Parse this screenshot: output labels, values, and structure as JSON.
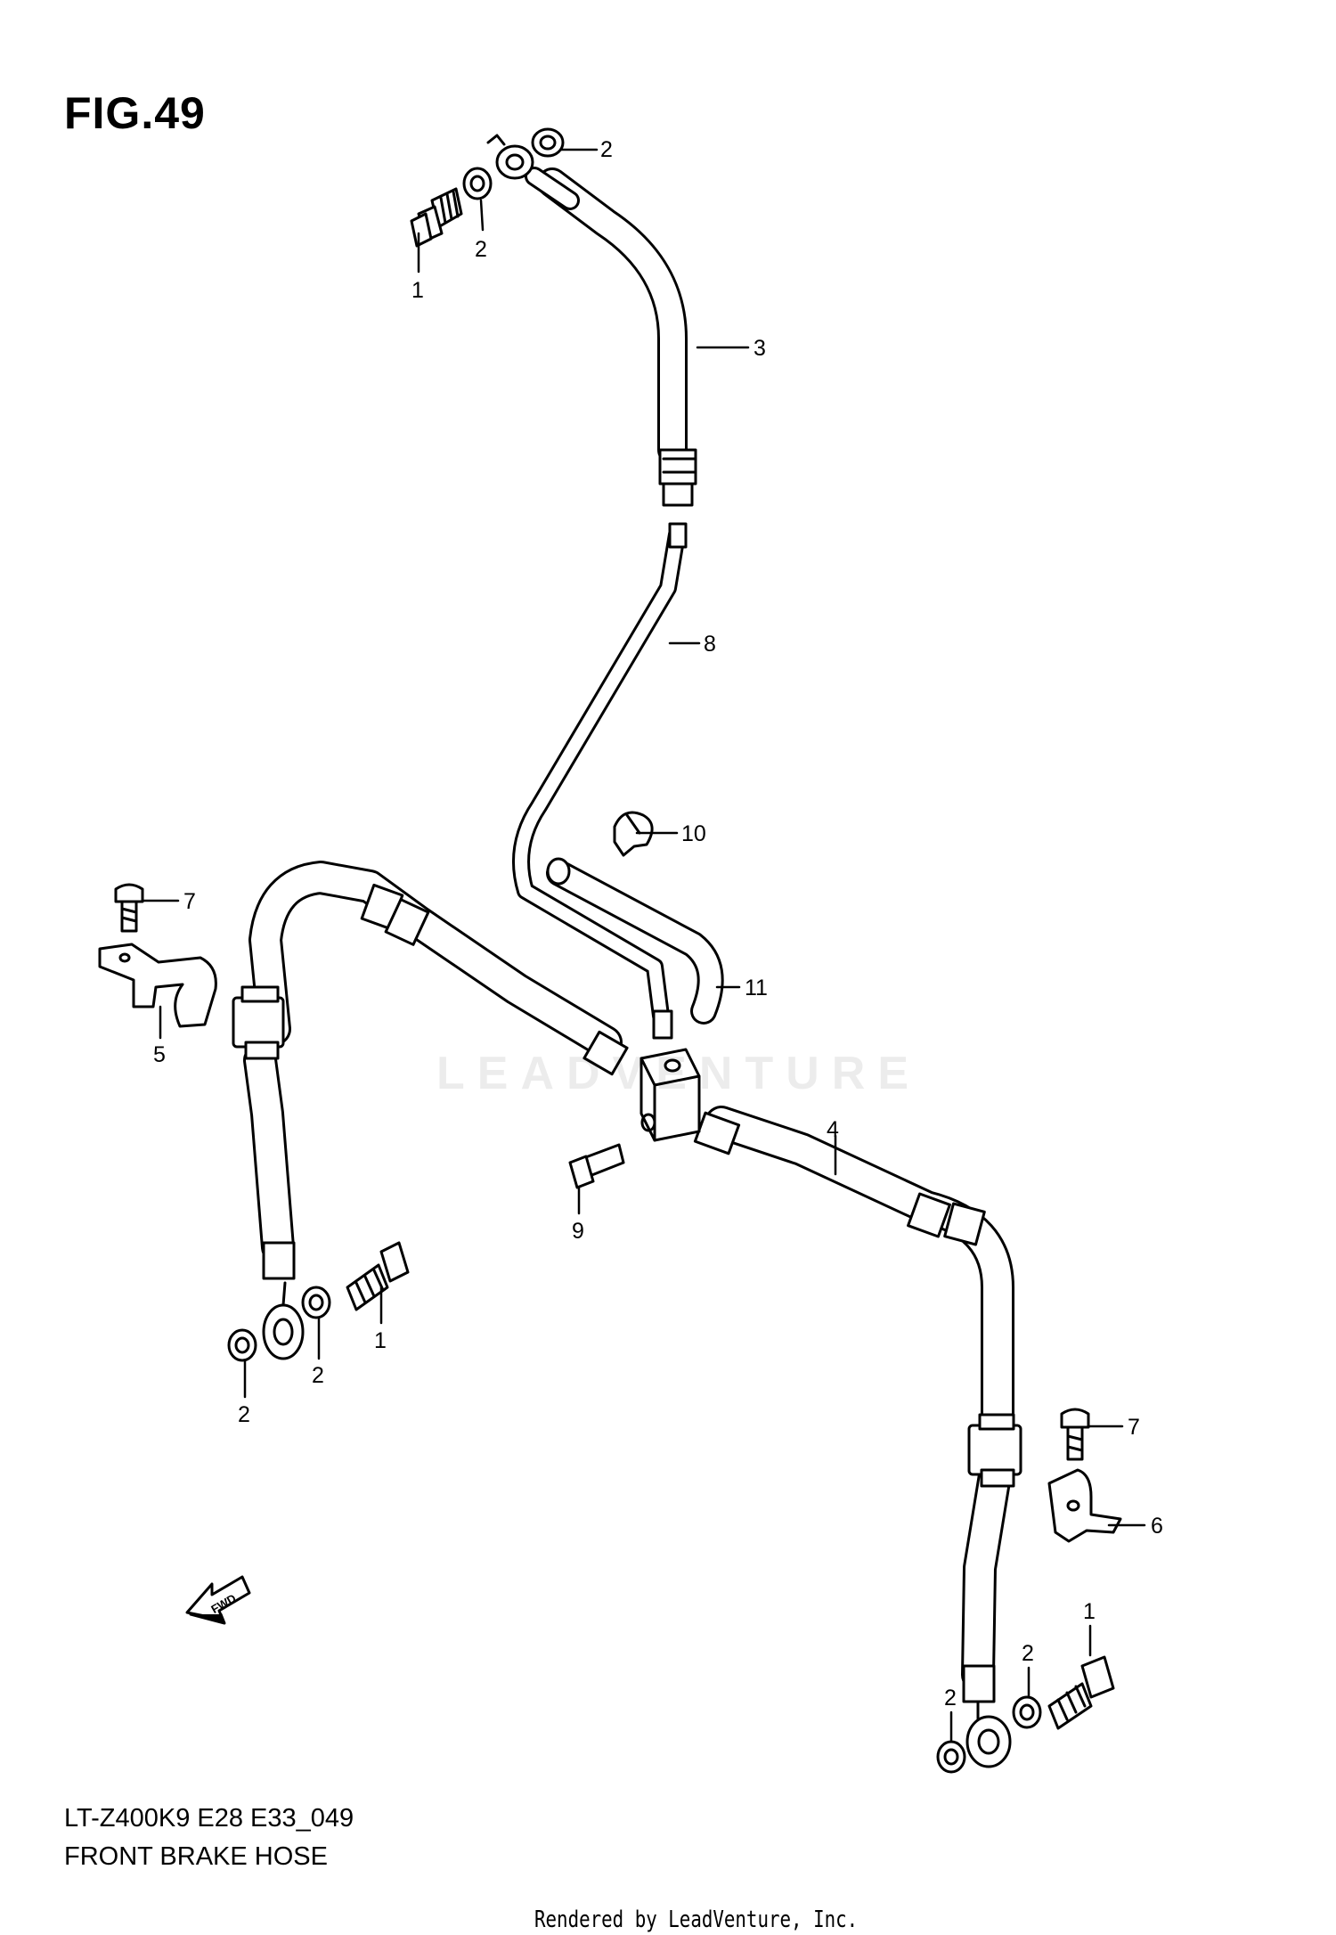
{
  "figure": {
    "title": "FIG.49",
    "code": "LT-Z400K9 E28 E33_049",
    "name": "FRONT BRAKE HOSE",
    "render_credit": "Rendered by LeadVenture, Inc.",
    "watermark": "LEADVENTURE"
  },
  "callouts": [
    {
      "id": "c-1a",
      "label": "1"
    },
    {
      "id": "c-2a",
      "label": "2"
    },
    {
      "id": "c-2b",
      "label": "2"
    },
    {
      "id": "c-3",
      "label": "3"
    },
    {
      "id": "c-8",
      "label": "8"
    },
    {
      "id": "c-10",
      "label": "10"
    },
    {
      "id": "c-7a",
      "label": "7"
    },
    {
      "id": "c-5",
      "label": "5"
    },
    {
      "id": "c-11",
      "label": "11"
    },
    {
      "id": "c-4",
      "label": "4"
    },
    {
      "id": "c-9",
      "label": "9"
    },
    {
      "id": "c-1b",
      "label": "1"
    },
    {
      "id": "c-2c",
      "label": "2"
    },
    {
      "id": "c-2d",
      "label": "2"
    },
    {
      "id": "c-7b",
      "label": "7"
    },
    {
      "id": "c-6",
      "label": "6"
    },
    {
      "id": "c-1c",
      "label": "1"
    },
    {
      "id": "c-2e",
      "label": "2"
    },
    {
      "id": "c-2f",
      "label": "2"
    }
  ],
  "fwd_arrow": {
    "label": "FWD"
  }
}
